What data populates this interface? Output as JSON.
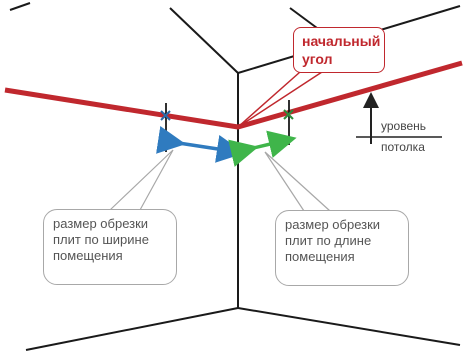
{
  "corner_label": "начальный угол",
  "corner_label_line1": "начальный",
  "corner_label_line2": "угол",
  "ceiling_level_line1": "уровень",
  "ceiling_level_line2": "потолка",
  "width_trim_line1": "размер обрезки",
  "width_trim_line2": "плит по ширине",
  "width_trim_line3": "помещения",
  "length_trim_line1": "размер обрезки",
  "length_trim_line2": "плит по длине",
  "length_trim_line3": "помещения",
  "colors": {
    "ceiling_level": "#c0282e",
    "width_arrow": "#2f7bbf",
    "length_arrow": "#3fb54a",
    "marks": "#2a6aa8",
    "length_mark": "#2f8a3a",
    "edges": "#1a1a1a"
  },
  "icons": [
    "up-arrow-icon",
    "cross-mark-icon"
  ]
}
